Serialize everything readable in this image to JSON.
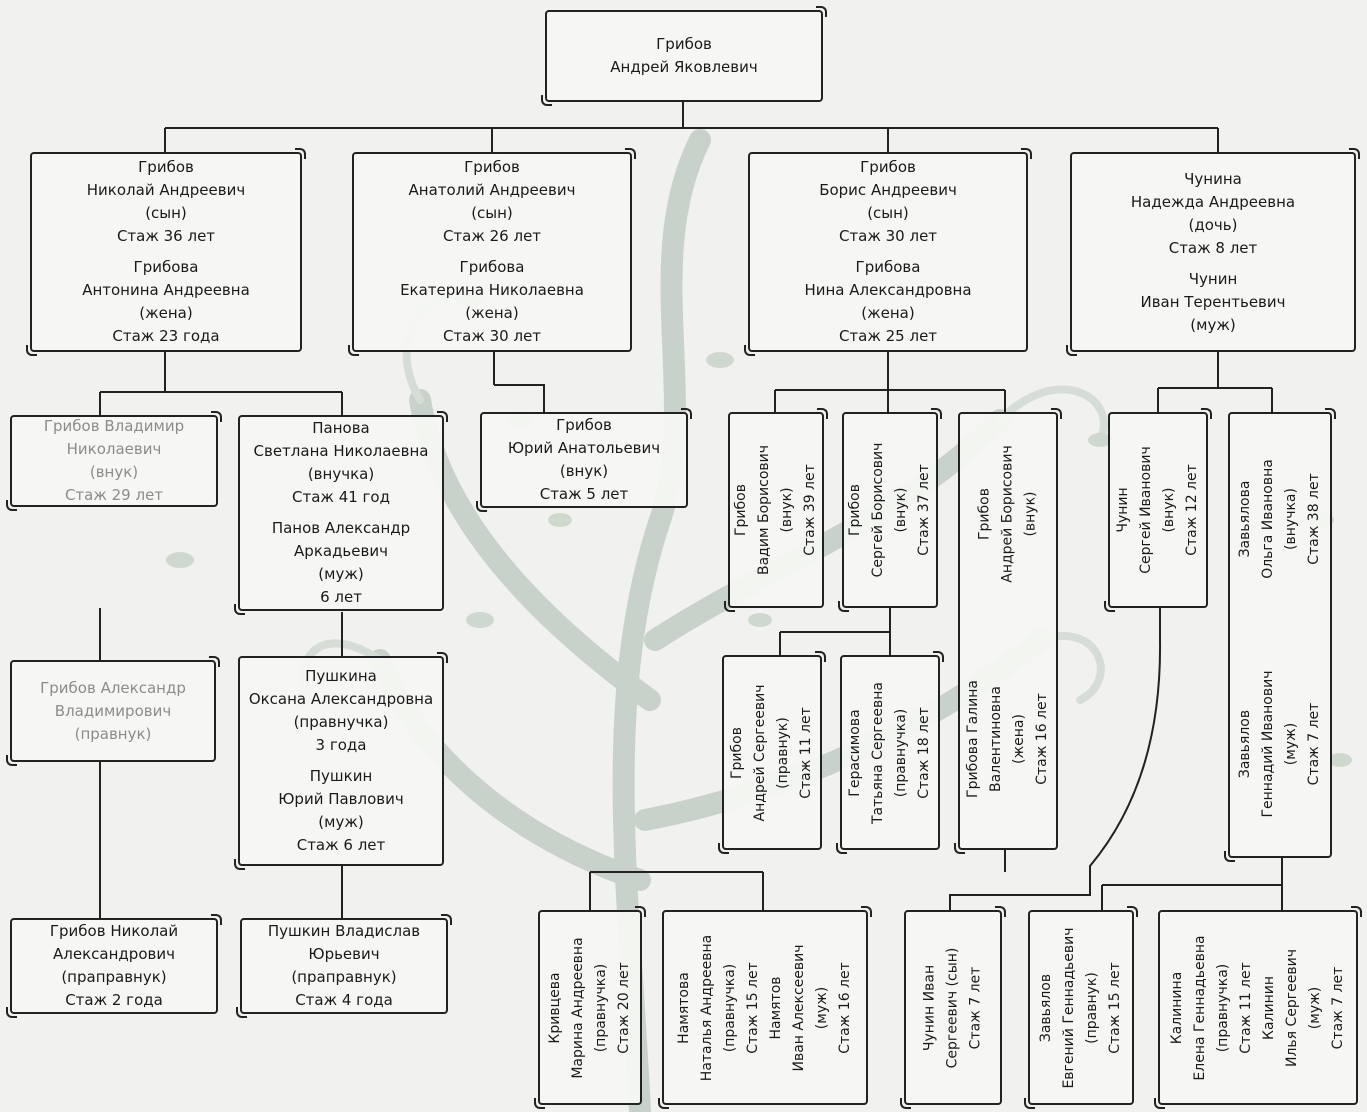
{
  "root": {
    "l1": "Грибов",
    "l2": "Андрей Яковлевич"
  },
  "nikolai": {
    "l1": "Грибов",
    "l2": "Николай Андреевич",
    "l3": "(сын)",
    "l4": "Стаж 36 лет",
    "l5": "Грибова",
    "l6": "Антонина Андреевна",
    "l7": "(жена)",
    "l8": "Стаж 23 года"
  },
  "anatoly": {
    "l1": "Грибов",
    "l2": "Анатолий Андреевич",
    "l3": "(сын)",
    "l4": "Стаж 26 лет",
    "l5": "Грибова",
    "l6": "Екатерина Николаевна",
    "l7": "(жена)",
    "l8": "Стаж 30 лет"
  },
  "boris": {
    "l1": "Грибов",
    "l2": "Борис Андреевич",
    "l3": "(сын)",
    "l4": "Стаж 30 лет",
    "l5": "Грибова",
    "l6": "Нина Александровна",
    "l7": "(жена)",
    "l8": "Стаж 25 лет"
  },
  "nadezhda": {
    "l1": "Чунина",
    "l2": "Надежда Андреевна",
    "l3": "(дочь)",
    "l4": "Стаж 8 лет",
    "l5": "Чунин",
    "l6": "Иван Терентьевич",
    "l7": "(муж)"
  },
  "vladimir": {
    "l1": "Грибов Владимир",
    "l2": "Николаевич",
    "l3": "(внук)",
    "l4": "Стаж 29 лет"
  },
  "svetlana": {
    "l1": "Панова",
    "l2": "Светлана Николаевна",
    "l3": "(внучка)",
    "l4": "Стаж 41 год",
    "l5": "Панов Александр",
    "l6": "Аркадьевич",
    "l7": "(муж)",
    "l8": "6 лет"
  },
  "yuri": {
    "l1": "Грибов",
    "l2": "Юрий Анатольевич",
    "l3": "(внук)",
    "l4": "Стаж 5 лет"
  },
  "alexandr": {
    "l1": "Грибов Александр",
    "l2": "Владимирович",
    "l3": "(правнук)"
  },
  "oksana": {
    "l1": "Пушкина",
    "l2": "Оксана Александровна",
    "l3": "(правнучка)",
    "l4": "3 года",
    "l5": "Пушкин",
    "l6": "Юрий Павлович",
    "l7": "(муж)",
    "l8": "Стаж 6 лет"
  },
  "nikolai2": {
    "l1": "Грибов Николай",
    "l2": "Александрович",
    "l3": "(праправнук)",
    "l4": "Стаж 2 года"
  },
  "vladislav": {
    "l1": "Пушкин Владислав",
    "l2": "Юрьевич",
    "l3": "(праправнук)",
    "l4": "Стаж 4 года"
  },
  "vadim": {
    "l1": "Грибов",
    "l2": "Вадим Борисович",
    "l3": "(внук)",
    "l4": "Стаж 39 лет"
  },
  "sergey_b": {
    "l1": "Грибов",
    "l2": "Сергей Борисович",
    "l3": "(внук)",
    "l4": "Стаж 37 лет"
  },
  "andrey_b": {
    "l1": "Грибов",
    "l2": "Андрей Борисович",
    "l3": "(внук)",
    "l4": "",
    "l5": "Грибова Галина",
    "l6": "Валентиновна",
    "l7": "(жена)",
    "l8": "Стаж 16 лет"
  },
  "sergey_i": {
    "l1": "Чунин",
    "l2": "Сергей Иванович",
    "l3": "(внук)",
    "l4": "Стаж 12 лет"
  },
  "olga": {
    "l1": "Завьялова",
    "l2": "Ольга Ивановна",
    "l3": "(внучка)",
    "l4": "Стаж 38 лет",
    "l5": "Завьялов",
    "l6": "Геннадий Иванович",
    "l7": "(муж)",
    "l8": "Стаж 7 лет"
  },
  "andrey_s": {
    "l1": "Грибов",
    "l2": "Андрей Сергеевич",
    "l3": "(правнук)",
    "l4": "Стаж 11 лет"
  },
  "tatyana": {
    "l1": "Герасимова",
    "l2": "Татьяна Сергеевна",
    "l3": "(правнучка)",
    "l4": "Стаж 18 лет"
  },
  "marina": {
    "l1": "Кривцева",
    "l2": "Марина Андреевна",
    "l3": "(правнучка)",
    "l4": "Стаж 20 лет"
  },
  "natalya": {
    "l1": "Намятова",
    "l2": "Наталья Андреевна",
    "l3": "(правнучка)",
    "l4": "Стаж 15 лет",
    "l5": "Намятов",
    "l6": "Иван Алексеевич",
    "l7": "(муж)",
    "l8": "Стаж 16 лет"
  },
  "ivan_s": {
    "l1": "Чунин Иван",
    "l2": "Сергеевич (сын)",
    "l3": "Стаж 7 лет"
  },
  "evgeny": {
    "l1": "Завьялов",
    "l2": "Евгений Геннадьевич",
    "l3": "(правнук)",
    "l4": "Стаж 15 лет"
  },
  "elena": {
    "l1": "Калинина",
    "l2": "Елена Геннадьевна",
    "l3": "(правнучка)",
    "l4": "Стаж 11 лет",
    "l5": "Калинин",
    "l6": "Илья Сергеевич",
    "l7": "(муж)",
    "l8": "Стаж 7 лет"
  }
}
